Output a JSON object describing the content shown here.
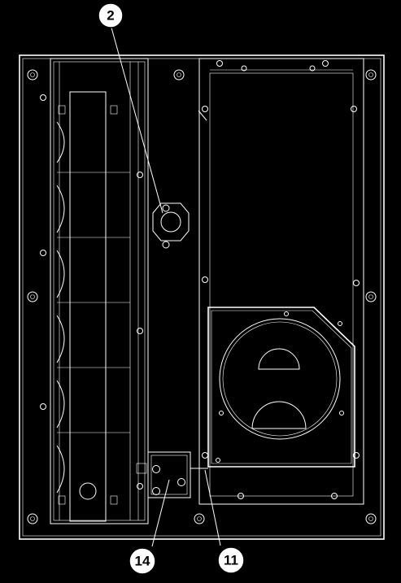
{
  "callouts": [
    {
      "id": "c2",
      "label": "2"
    },
    {
      "id": "c14",
      "label": "14"
    },
    {
      "id": "c11",
      "label": "11"
    }
  ],
  "colors": {
    "background": "#000000",
    "line": "#ffffff"
  }
}
